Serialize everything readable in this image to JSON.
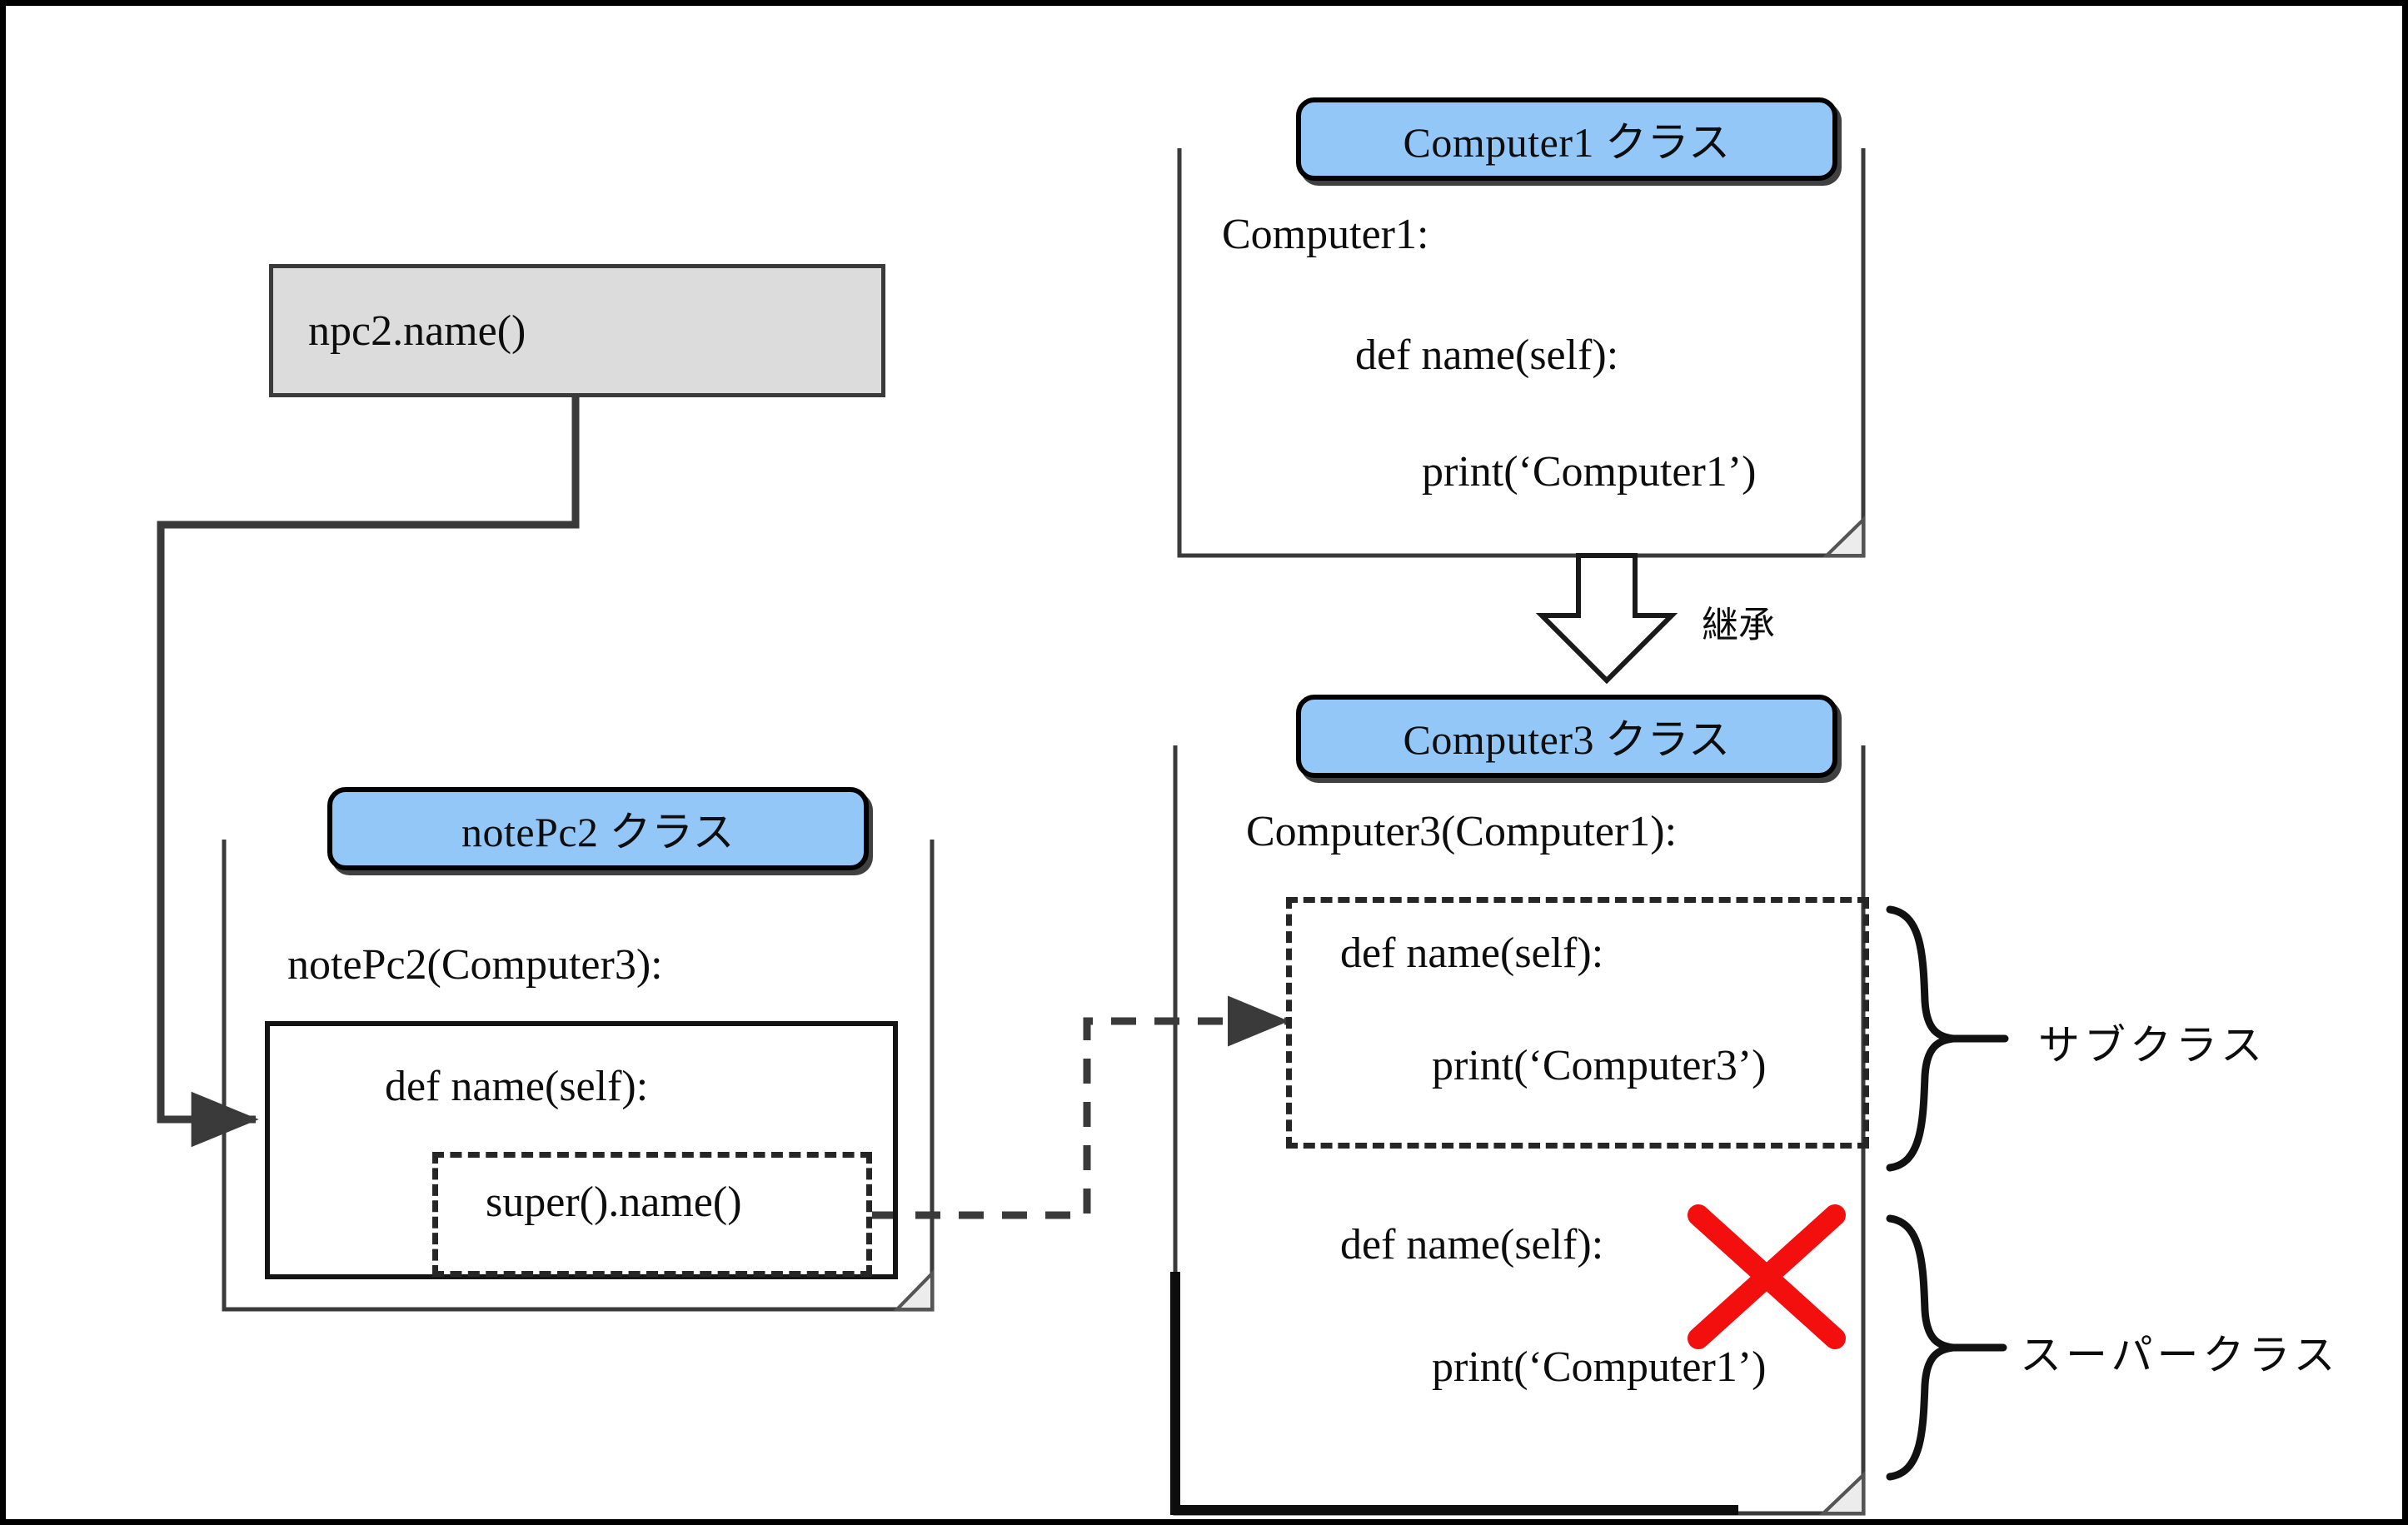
{
  "diagram": {
    "title": "Python class inheritance and super() call flow diagram",
    "colors": {
      "class_header_blue": "#93c7f7",
      "call_box_gray": "#dcdcdc",
      "outline_black": "#000000",
      "cross_red": "#f40f0f",
      "connector_dark": "#3a3a3a"
    }
  },
  "call_box": {
    "label": "npc2.name()"
  },
  "classes": {
    "computer1": {
      "header": "Computer1 クラス",
      "declaration": "Computer1:",
      "lines": [
        "def   name(self):",
        "print(‘Computer1’)"
      ]
    },
    "computer3": {
      "header": "Computer3 クラス",
      "declaration": "Computer3(Computer1):",
      "subclass_block": [
        "def   name(self):",
        "print(‘Computer3’)"
      ],
      "superclass_block": [
        "def   name(self):",
        "print(‘Computer1’)"
      ]
    },
    "notepc2": {
      "header": "notePc2 クラス",
      "declaration": "notePc2(Computer3):",
      "lines": [
        "def   name(self):",
        "super().name()"
      ]
    }
  },
  "annotations": {
    "inheritance": "継承",
    "subclass": "サブクラス",
    "superclass": "スーパークラス",
    "overridden_marker": "×"
  }
}
